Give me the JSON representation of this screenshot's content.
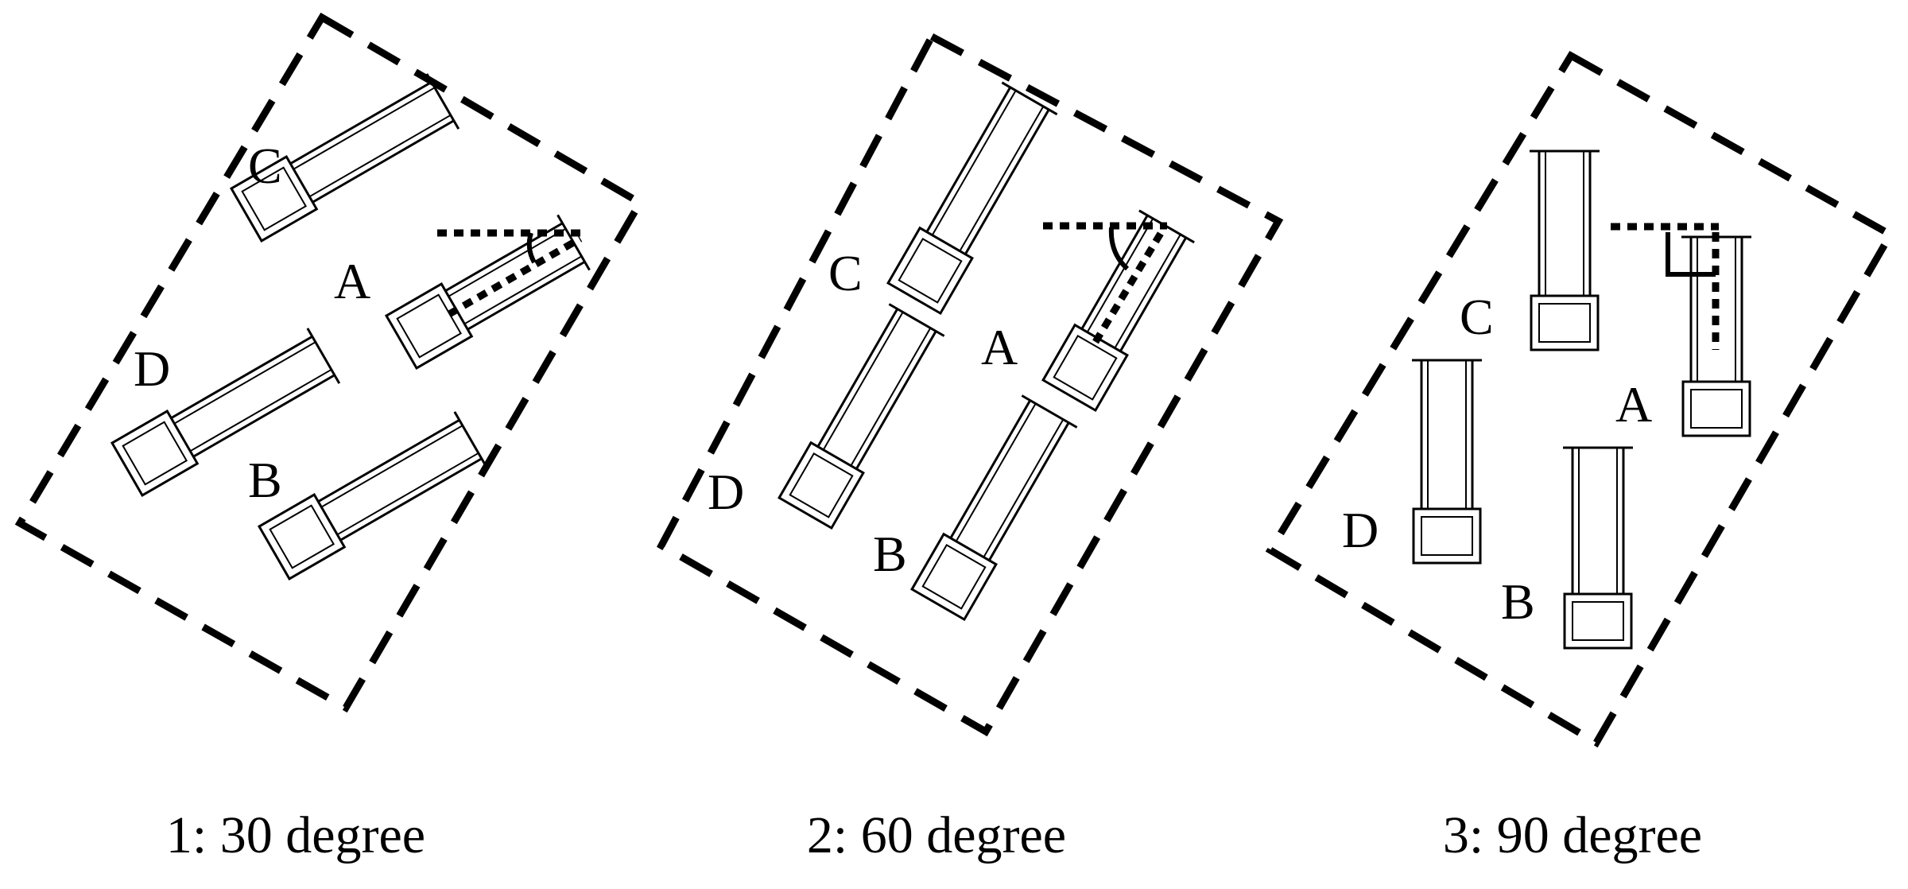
{
  "panels": [
    {
      "caption": "1: 30 degree",
      "angle_deg": 30,
      "units": [
        {
          "label": "C"
        },
        {
          "label": "A",
          "has_angle_marker": true
        },
        {
          "label": "D"
        },
        {
          "label": "B"
        }
      ],
      "angle_marker": "arc"
    },
    {
      "caption": "2: 60 degree",
      "angle_deg": 60,
      "units": [
        {
          "label": "C"
        },
        {
          "label": "A",
          "has_angle_marker": true
        },
        {
          "label": "D"
        },
        {
          "label": "B"
        }
      ],
      "angle_marker": "arc"
    },
    {
      "caption": "3: 90 degree",
      "angle_deg": 90,
      "units": [
        {
          "label": "C"
        },
        {
          "label": "A",
          "has_angle_marker": true
        },
        {
          "label": "D"
        },
        {
          "label": "B"
        }
      ],
      "angle_marker": "right-angle"
    }
  ]
}
